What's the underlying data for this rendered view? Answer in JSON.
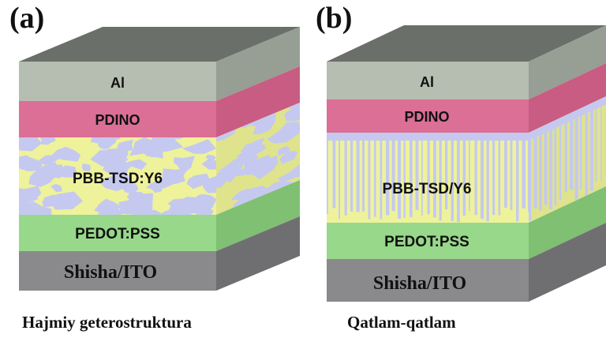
{
  "panels": [
    {
      "letter": "(a)",
      "caption": "Hajmiy geterostruktura",
      "morphology": "bulk-heterojunction",
      "layers": {
        "top": "Al",
        "etl": "PDINO",
        "active": "PBB-TSD:Y6",
        "htl": "PEDOT:PSS",
        "substrate": "Shisha/ITO"
      }
    },
    {
      "letter": "(b)",
      "caption": "Qatlam-qatlam",
      "morphology": "layer-by-layer",
      "layers": {
        "top": "Al",
        "etl": "PDINO",
        "active": "PBB-TSD/Y6",
        "htl": "PEDOT:PSS",
        "substrate": "Shisha/ITO"
      }
    }
  ],
  "colors": {
    "al_front": "#b6bdb1",
    "al_side": "#979e94",
    "top_face": "#6b6f6a",
    "pdino_front": "#db6f95",
    "pdino_side": "#c85c82",
    "active_base": "#eef29a",
    "active_domain": "#c5c9ef",
    "pedot_front": "#97d88a",
    "pedot_side": "#7fc073",
    "glass_front": "#8a8a8c",
    "glass_side": "#6f6f72"
  }
}
